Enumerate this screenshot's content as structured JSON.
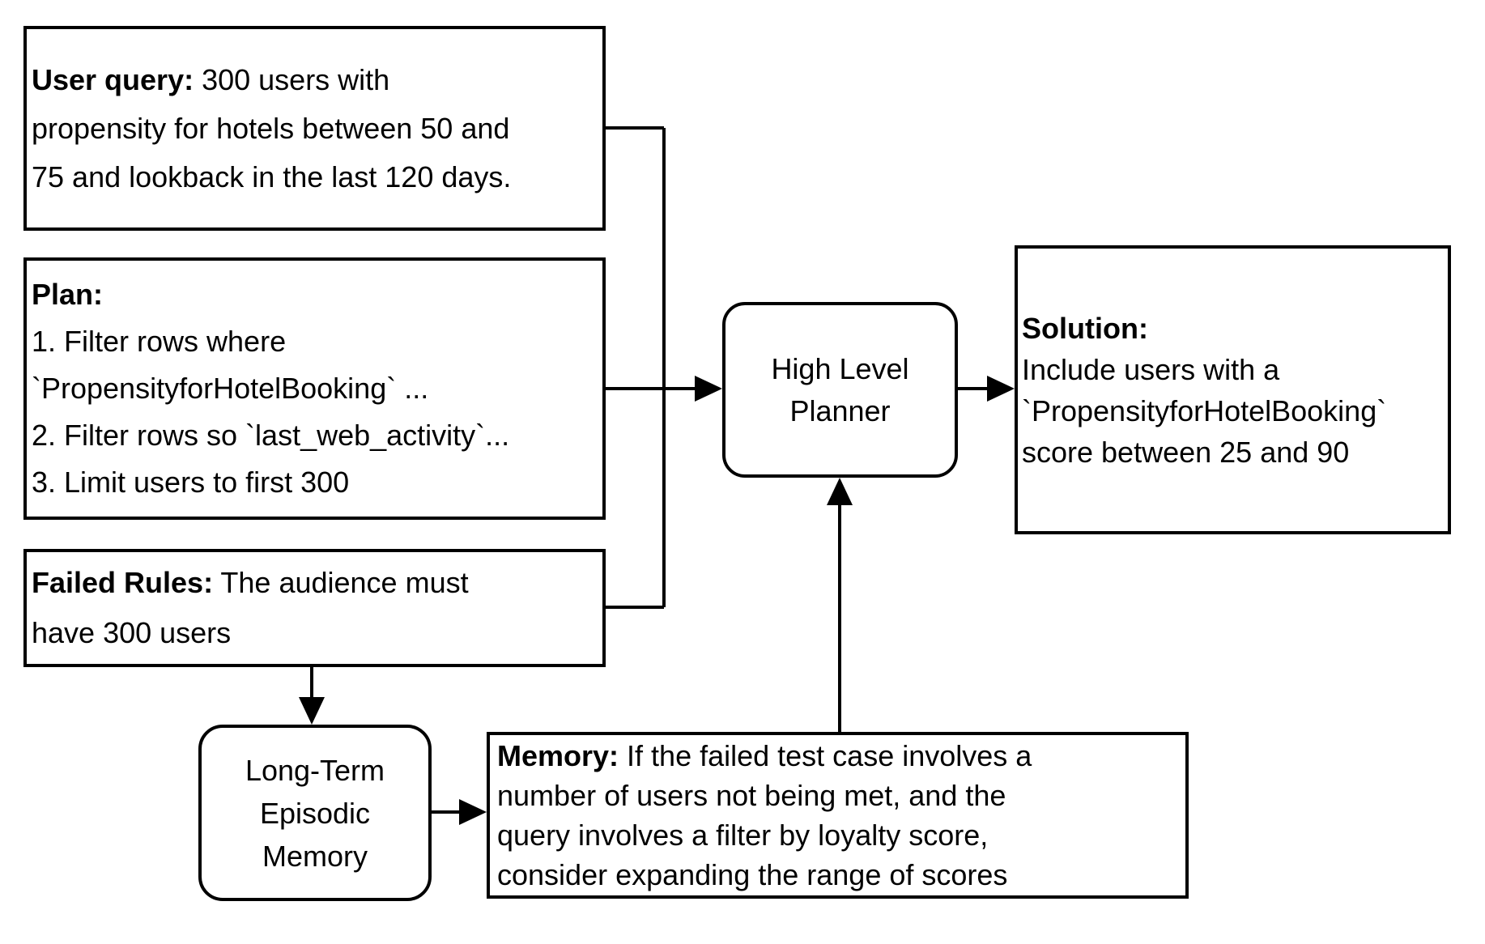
{
  "diagram": {
    "colors": {
      "stroke": "#000000",
      "fill": "#ffffff"
    },
    "user_query_box": {
      "label": "User query:",
      "line1_rest": " 300 users with",
      "line2": "propensity for hotels between 50 and",
      "line3": "75 and lookback in the last 120 days."
    },
    "plan_box": {
      "label": "Plan:",
      "line2": "1. Filter rows where",
      "line3": "`PropensityforHotelBooking` ...",
      "line4": "2. Filter rows so `last_web_activity`...",
      "line5": "3. Limit users to first 300"
    },
    "failed_rules_box": {
      "label": "Failed Rules:",
      "line1_rest": " The audience must",
      "line2": "have 300 users"
    },
    "planner_node": {
      "line1": "High Level",
      "line2": "Planner"
    },
    "solution_box": {
      "label": "Solution:",
      "line2": "Include users with a",
      "line3": "`PropensityforHotelBooking`",
      "line4": "score between 25 and 90"
    },
    "ltem_node": {
      "line1": "Long-Term",
      "line2": "Episodic",
      "line3": "Memory"
    },
    "memory_box": {
      "label": "Memory:",
      "line1_rest": " If the failed test case involves a",
      "line2": "number of users not being met, and the",
      "line3": "query involves a filter by loyalty score,",
      "line4": "consider expanding the range of scores"
    },
    "edges": [
      {
        "from": "user-query-box",
        "to": "high-level-planner-node"
      },
      {
        "from": "plan-box",
        "to": "high-level-planner-node"
      },
      {
        "from": "failed-rules-box",
        "to": "high-level-planner-node"
      },
      {
        "from": "high-level-planner-node",
        "to": "solution-box"
      },
      {
        "from": "failed-rules-box",
        "to": "long-term-episodic-memory-node"
      },
      {
        "from": "long-term-episodic-memory-node",
        "to": "memory-box"
      },
      {
        "from": "memory-box",
        "to": "high-level-planner-node"
      }
    ]
  }
}
